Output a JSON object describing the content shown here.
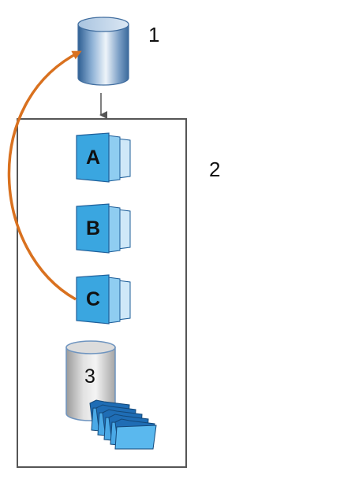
{
  "labels": {
    "source_volume": "1",
    "container": "2",
    "inner_volume": "3"
  },
  "snapshots": [
    {
      "letter": "A"
    },
    {
      "letter": "B"
    },
    {
      "letter": "C"
    }
  ],
  "colors": {
    "restore_arrow": "#d9711f",
    "snapshot_fill": "#3aa6e0",
    "snapshot_outline": "#1f5f9a",
    "cylinder_blue": "#6e94bf",
    "cylinder_gray": "#c9c9c9",
    "folder_fill": "#4aa9e6",
    "frame": "#555555"
  },
  "icons": {
    "source_volume": "database-cylinder-icon",
    "inner_volume": "database-cylinder-icon",
    "snapshot": "snapshot-stack-icon",
    "files": "folder-stack-icon"
  }
}
